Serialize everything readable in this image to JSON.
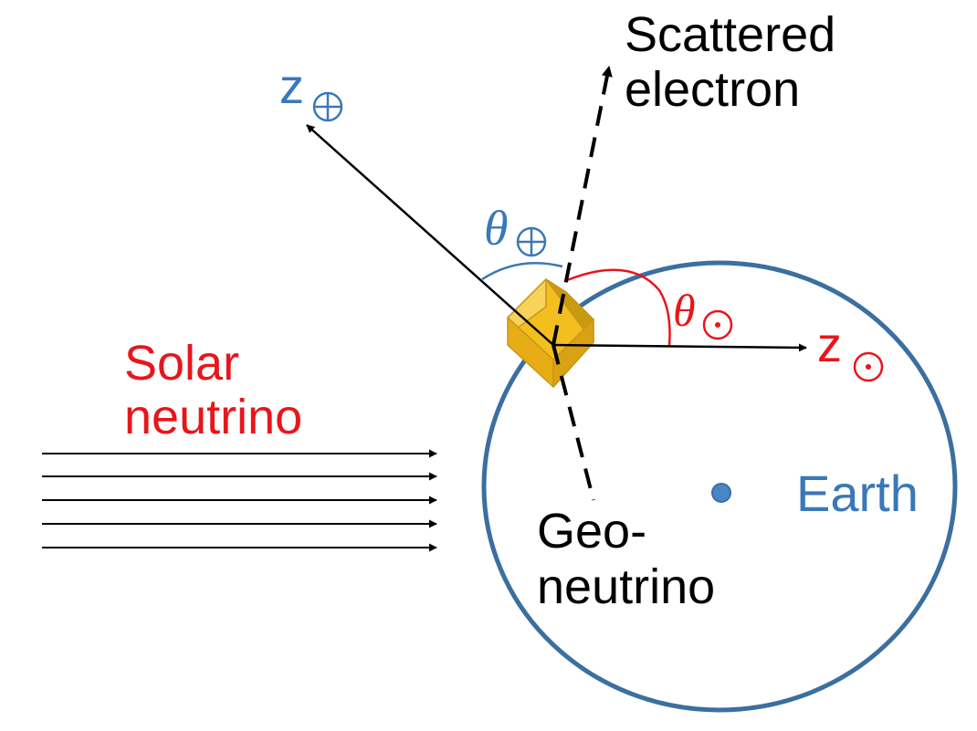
{
  "labels": {
    "scattered_line1": "Scattered",
    "scattered_line2": "electron",
    "z_earth_letter": "z",
    "z_sun_letter": "z",
    "theta_earth_letter": "θ",
    "theta_sun_letter": "θ",
    "solar_line1": "Solar",
    "solar_line2": "neutrino",
    "geo_line1": "Geo-",
    "geo_line2": "neutrino",
    "earth": "Earth"
  },
  "colors": {
    "earth_blue": "#3b6fa0",
    "label_blue": "#3a78b8",
    "red": "#e8151b",
    "black": "#000000",
    "detector_gold": "#f3bf1f",
    "detector_dark": "#c99a10",
    "detector_light": "#f7d35a"
  },
  "icons": {
    "earth_symbol": "circled-plus",
    "sun_symbol": "circled-dot",
    "detector": "isometric-cube"
  }
}
